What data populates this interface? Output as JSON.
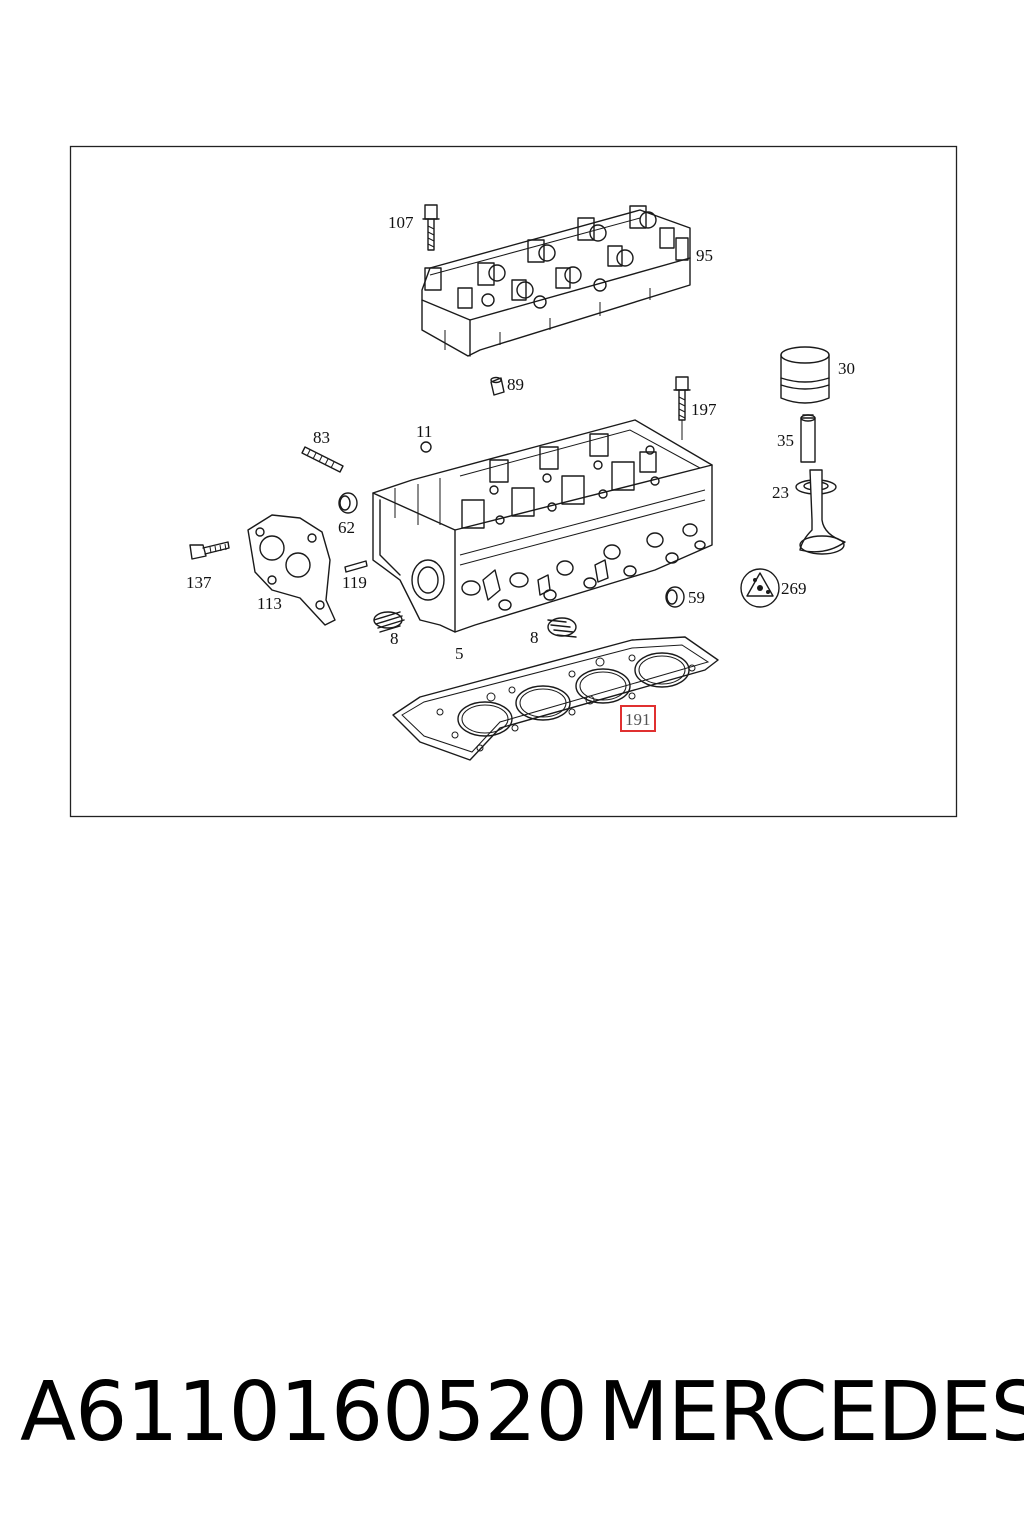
{
  "diagram": {
    "callouts": {
      "c107": "107",
      "c95": "95",
      "c89": "89",
      "c30": "30",
      "c197": "197",
      "c83": "83",
      "c11": "11",
      "c35": "35",
      "c23": "23",
      "c62": "62",
      "c137": "137",
      "c113": "113",
      "c119": "119",
      "c269": "269",
      "c59": "59",
      "c8a": "8",
      "c5": "5",
      "c8b": "8",
      "c191": "191"
    },
    "highlight_color": "#e03030"
  },
  "footer": {
    "part_number": "A6110160520",
    "brand": "MERCEDES"
  }
}
